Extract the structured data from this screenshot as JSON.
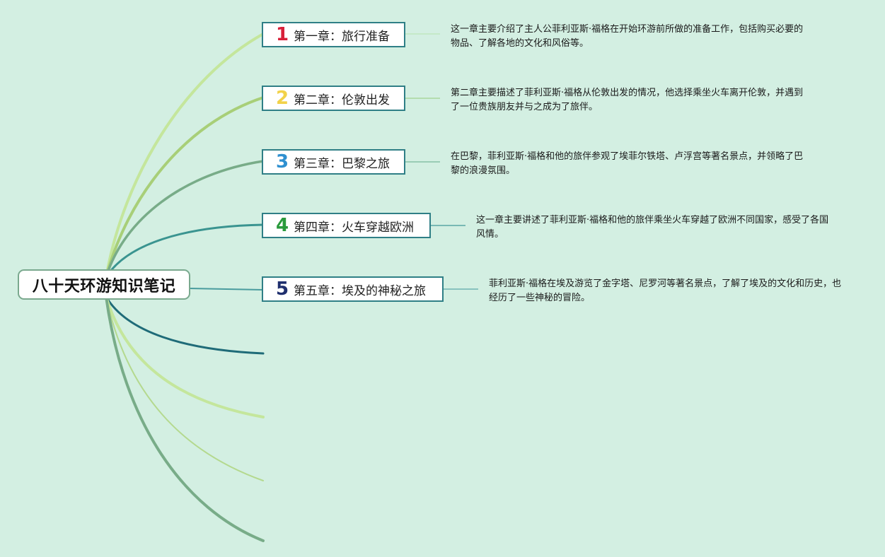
{
  "root": {
    "title": "八十天环游知识笔记"
  },
  "chapters": [
    {
      "number": "1",
      "title": "第一章：旅行准备",
      "number_color": "#d8203a",
      "description": "这一章主要介绍了主人公菲利亚斯·福格在开始环游前所做的准备工作，包括购买必要的物品、了解各地的文化和风俗等。"
    },
    {
      "number": "2",
      "title": "第二章：伦敦出发",
      "number_color": "#f2d24a",
      "description": "第二章主要描述了菲利亚斯·福格从伦敦出发的情况，他选择乘坐火车离开伦敦，并遇到了一位贵族朋友并与之成为了旅伴。"
    },
    {
      "number": "3",
      "title": "第三章：巴黎之旅",
      "number_color": "#2f90d0",
      "description": "在巴黎，菲利亚斯·福格和他的旅伴参观了埃菲尔铁塔、卢浮宫等著名景点，并领略了巴黎的浪漫氛围。"
    },
    {
      "number": "4",
      "title": "第四章：火车穿越欧洲",
      "number_color": "#2a9a3c",
      "description": "这一章主要讲述了菲利亚斯·福格和他的旅伴乘坐火车穿越了欧洲不同国家，感受了各国风情。"
    },
    {
      "number": "5",
      "title": "第五章：埃及的神秘之旅",
      "number_color": "#1f2f6e",
      "description": "菲利亚斯·福格在埃及游览了金字塔、尼罗河等著名景点，了解了埃及的文化和历史，也经历了一些神秘的冒险。"
    }
  ],
  "colors": {
    "background": "#d3efe2",
    "branches": [
      "#c4e69c",
      "#a8cf78",
      "#78ac88",
      "#3a9490",
      "#4a9c9e",
      "#1f6b78",
      "#c4e69c",
      "#b4d98e",
      "#78ac88"
    ]
  }
}
